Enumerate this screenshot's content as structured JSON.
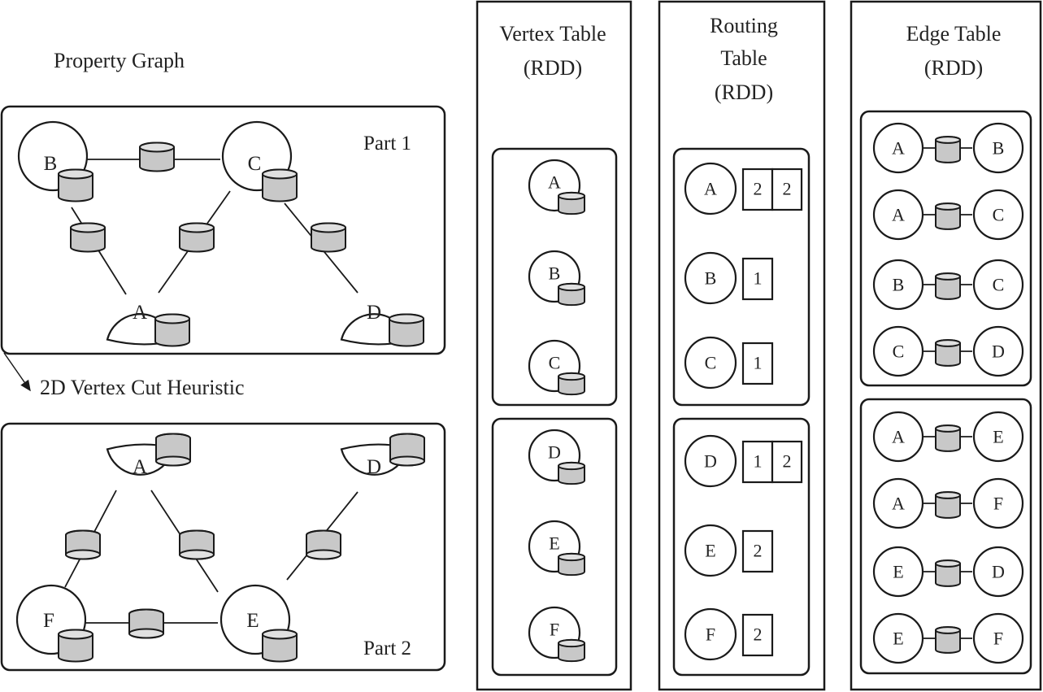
{
  "property_graph": {
    "title": "Property Graph",
    "heuristic_label": "2D Vertex Cut Heuristic",
    "parts": [
      {
        "label": "Part 1",
        "vertices": [
          {
            "id": "B",
            "shape": "full"
          },
          {
            "id": "C",
            "shape": "full"
          },
          {
            "id": "A",
            "shape": "partial"
          },
          {
            "id": "D",
            "shape": "partial"
          }
        ],
        "edges": [
          [
            "B",
            "C"
          ],
          [
            "B",
            "A"
          ],
          [
            "C",
            "A"
          ],
          [
            "C",
            "D"
          ]
        ]
      },
      {
        "label": "Part 2",
        "vertices": [
          {
            "id": "A",
            "shape": "partial"
          },
          {
            "id": "D",
            "shape": "partial"
          },
          {
            "id": "F",
            "shape": "full"
          },
          {
            "id": "E",
            "shape": "full"
          }
        ],
        "edges": [
          [
            "A",
            "F"
          ],
          [
            "A",
            "E"
          ],
          [
            "F",
            "E"
          ],
          [
            "D",
            "E"
          ]
        ]
      }
    ]
  },
  "vertex_table": {
    "title_line1": "Vertex Table",
    "title_line2": "(RDD)",
    "partitions": [
      [
        "A",
        "B",
        "C"
      ],
      [
        "D",
        "E",
        "F"
      ]
    ]
  },
  "routing_table": {
    "title_line1": "Routing",
    "title_line2": "Table",
    "title_line3": "(RDD)",
    "partitions": [
      [
        {
          "vertex": "A",
          "parts": [
            "2",
            "2"
          ]
        },
        {
          "vertex": "B",
          "parts": [
            "1"
          ]
        },
        {
          "vertex": "C",
          "parts": [
            "1"
          ]
        }
      ],
      [
        {
          "vertex": "D",
          "parts": [
            "1",
            "2"
          ]
        },
        {
          "vertex": "E",
          "parts": [
            "2"
          ]
        },
        {
          "vertex": "F",
          "parts": [
            "2"
          ]
        }
      ]
    ]
  },
  "edge_table": {
    "title_line1": "Edge Table",
    "title_line2": "(RDD)",
    "partitions": [
      [
        [
          "A",
          "B"
        ],
        [
          "A",
          "C"
        ],
        [
          "B",
          "C"
        ],
        [
          "C",
          "D"
        ]
      ],
      [
        [
          "A",
          "E"
        ],
        [
          "A",
          "F"
        ],
        [
          "E",
          "D"
        ],
        [
          "E",
          "F"
        ]
      ]
    ]
  },
  "colors": {
    "stroke": "#1a1a1a",
    "property_fill": "#c8c8c8",
    "background": "#ffffff"
  }
}
